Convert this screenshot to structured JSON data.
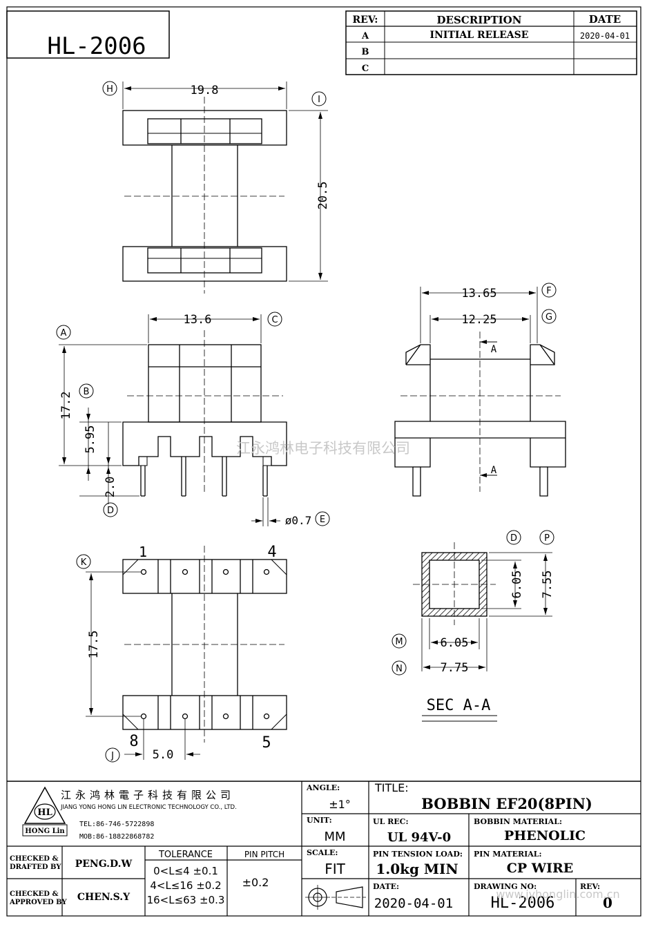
{
  "part_number": "HL-2006",
  "revision_table": {
    "headers": [
      "REV:",
      "DESCRIPTION",
      "DATE"
    ],
    "rows": [
      {
        "rev": "A",
        "description": "INITIAL RELEASE",
        "date": "2020-04-01"
      },
      {
        "rev": "B",
        "description": "",
        "date": ""
      },
      {
        "rev": "C",
        "description": "",
        "date": ""
      }
    ]
  },
  "dimensions": {
    "top_width": "19.8",
    "top_height": "20.5",
    "front_width": "13.6",
    "front_height": "17.2",
    "front_base": "5.95",
    "pin_length": "2.0",
    "pin_dia": "ø0.7",
    "side_outer": "13.65",
    "side_inner": "12.25",
    "bottom_length": "17.5",
    "pin_pitch_dim": "5.0",
    "sec_in_w": "6.05",
    "sec_out_w": "7.75",
    "sec_in_h": "6.05",
    "sec_out_h": "7.55"
  },
  "callouts": {
    "H": "H",
    "I": "I",
    "A": "A",
    "B": "B",
    "C": "C",
    "D": "D",
    "E": "E",
    "F": "F",
    "G": "G",
    "K": "K",
    "J": "J",
    "M": "M",
    "N": "N",
    "P": "P"
  },
  "pins": {
    "p1": "1",
    "p4": "4",
    "p8": "8",
    "p5": "5"
  },
  "section": {
    "label": "SEC  A-A",
    "arrow": "A"
  },
  "watermark": "江永鸿林电子科技有限公司",
  "watermark_url": "www.jyhonglin.com.cn",
  "company": {
    "cn_name": "江永鸿林電子科技有限公司",
    "en_name": "JIANG YONG HONG LIN ELECTRONIC TECHNOLOGY CO., LTD.",
    "tel": "TEL:86-746-5722898",
    "mob": "MOB:86-18822868782",
    "logo_text": "HL",
    "logo_sub": "HONG Lin"
  },
  "title_block": {
    "angle_label": "ANGLE:",
    "angle": "±1°",
    "title_label": "TITLE:",
    "title": "BOBBIN   EF20(8PIN)",
    "unit_label": "UNIT:",
    "unit": "MM",
    "ul_label": "UL REC:",
    "ul": "UL 94V-0",
    "bm_label": "BOBBIN MATERIAL:",
    "bm": "PHENOLIC",
    "scale_label": "SCALE:",
    "scale": "FIT",
    "pt_label": "PIN TENSION LOAD:",
    "pt": "1.0kg MIN",
    "pm_label": "PIN MATERIAL:",
    "pm": "CP WIRE",
    "date_label": "DATE:",
    "date": "2020-04-01",
    "dn_label": "DRAWING NO:",
    "dn": "HL-2006",
    "rev_label": "REV:",
    "rev": "0",
    "checked1_label_a": "CHECKED &",
    "checked1_label_b": "DRAFTED BY",
    "checked1": "PENG.D.W",
    "checked2_label_a": "CHECKED &",
    "checked2_label_b": "APPROVED BY",
    "checked2": "CHEN.S.Y",
    "tol_label": "TOLERANCE",
    "tol": [
      "0<L≤4  ±0.1",
      "4<L≤16 ±0.2",
      "16<L≤63 ±0.3"
    ],
    "pitch_label": "PIN PITCH",
    "pitch": "±0.2"
  }
}
